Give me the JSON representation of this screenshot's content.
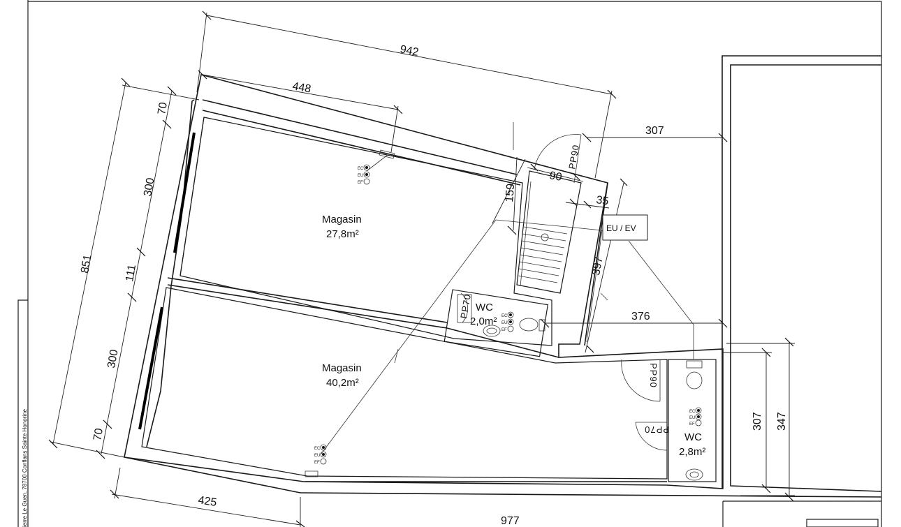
{
  "rooms": {
    "magasin_upper": {
      "name": "Magasin",
      "area": "27,8m²"
    },
    "magasin_lower": {
      "name": "Magasin",
      "area": "40,2m²"
    },
    "wc_small": {
      "name": "WC",
      "area": "2,0m²"
    },
    "wc_right": {
      "name": "WC",
      "area": "2,8m²"
    }
  },
  "dimensions": {
    "d942": "942",
    "d448": "448",
    "d307_top": "307",
    "d90": "90",
    "d35": "35",
    "d159": "159",
    "d397": "397",
    "d376": "376",
    "d851": "851",
    "d70_top": "70",
    "d300_top": "300",
    "d111": "111",
    "d300_bottom": "300",
    "d70_bottom": "70",
    "d425": "425",
    "d977": "977",
    "d307_right": "307",
    "d347": "347"
  },
  "doors": {
    "pp90_top": "PP90",
    "pp70_wc": "PP70",
    "pp90_right": "PP90",
    "pp70_right": "PP70"
  },
  "labels": {
    "eu_ev": "EU / EV",
    "ec": "EC",
    "eu": "EU",
    "ef": "EF",
    "address": "ierre Le Guen, 78700 Conflans Sainte Honorine"
  }
}
